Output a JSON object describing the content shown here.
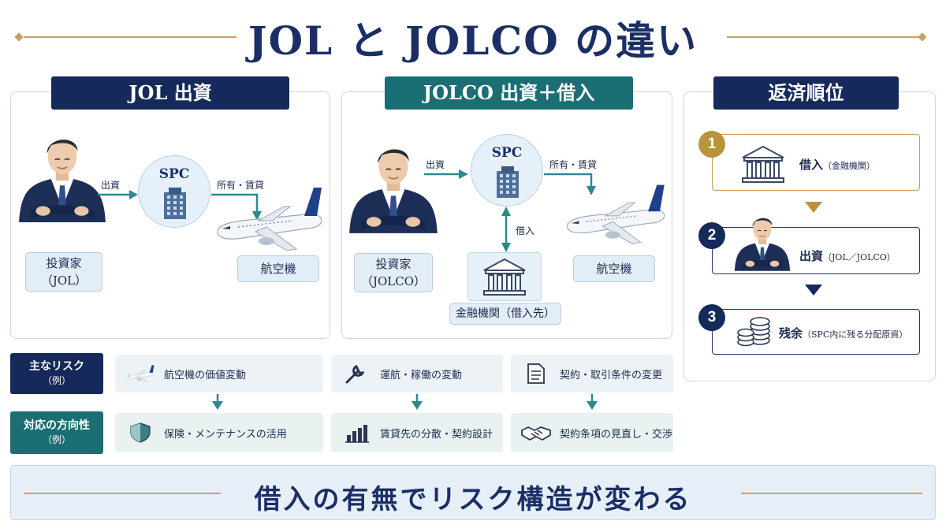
{
  "title": "JOL と JOLCO の違い",
  "jol": {
    "header": "JOL 出資",
    "investor_line1": "投資家",
    "investor_line2": "（JOL）",
    "invest_label": "出資",
    "spc_label": "SPC",
    "lease_label": "所有・賃貸",
    "aircraft_label": "航空機"
  },
  "jolco": {
    "header": "JOLCO 出資＋借入",
    "investor_line1": "投資家",
    "investor_line2": "（JOLCO）",
    "invest_label": "出資",
    "spc_label": "SPC",
    "lease_label": "所有・賃貸",
    "aircraft_label": "航空機",
    "borrow_label": "借入",
    "lender_label": "金融機関（借入先）"
  },
  "repayment": {
    "header": "返済順位",
    "items": [
      {
        "rank": "1",
        "label": "借入",
        "sub": "（金融機関）",
        "color": "#b9943d"
      },
      {
        "rank": "2",
        "label": "出資",
        "sub": "（JOL／JOLCO）",
        "color": "#15295a"
      },
      {
        "rank": "3",
        "label": "残余",
        "sub": "（SPC内に残る分配原資）",
        "color": "#15295a"
      }
    ]
  },
  "risks": {
    "row_label": "主なリスク",
    "row_sub": "（例）",
    "items": [
      {
        "text": "航空機の価値変動",
        "icon": "airplane-icon"
      },
      {
        "text": "運航・稼働の変動",
        "icon": "wrench-icon"
      },
      {
        "text": "契約・取引条件の変更",
        "icon": "document-icon"
      }
    ]
  },
  "responses": {
    "row_label": "対応の方向性",
    "row_sub": "（例）",
    "items": [
      {
        "text": "保険・メンテナンスの活用",
        "icon": "shield-icon"
      },
      {
        "text": "賃貸先の分散・契約設計",
        "icon": "bar-chart-icon"
      },
      {
        "text": "契約条項の見直し・交渉",
        "icon": "handshake-icon"
      }
    ]
  },
  "banner": "借入の有無でリスク構造が変わる",
  "colors": {
    "navy": "#15295a",
    "teal": "#1b6e73",
    "gold": "#c7a265",
    "arrow_teal": "#2b8a8e"
  }
}
